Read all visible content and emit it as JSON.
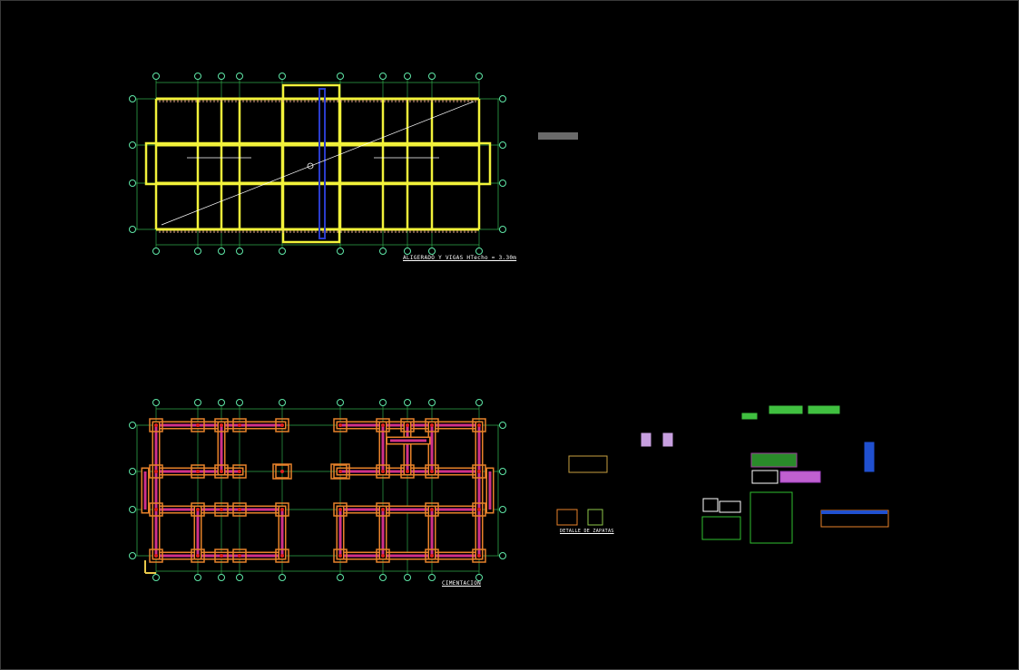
{
  "drawing": {
    "background": "#000000",
    "plans": [
      {
        "id": "roof",
        "title": "ALIGERADO Y VIGAS HTecho = 3.30m",
        "color": "#f2f23a",
        "accent": "#2a3ccc"
      },
      {
        "id": "foundation",
        "title": "CIMENTACION",
        "color": "#e8822a",
        "accent": "#d0308a"
      }
    ],
    "details": {
      "footing_title": "DETALLE DE ZAPATAS"
    },
    "grid_color": "#2fa84a",
    "bubble_color": "#5fe8a8"
  }
}
